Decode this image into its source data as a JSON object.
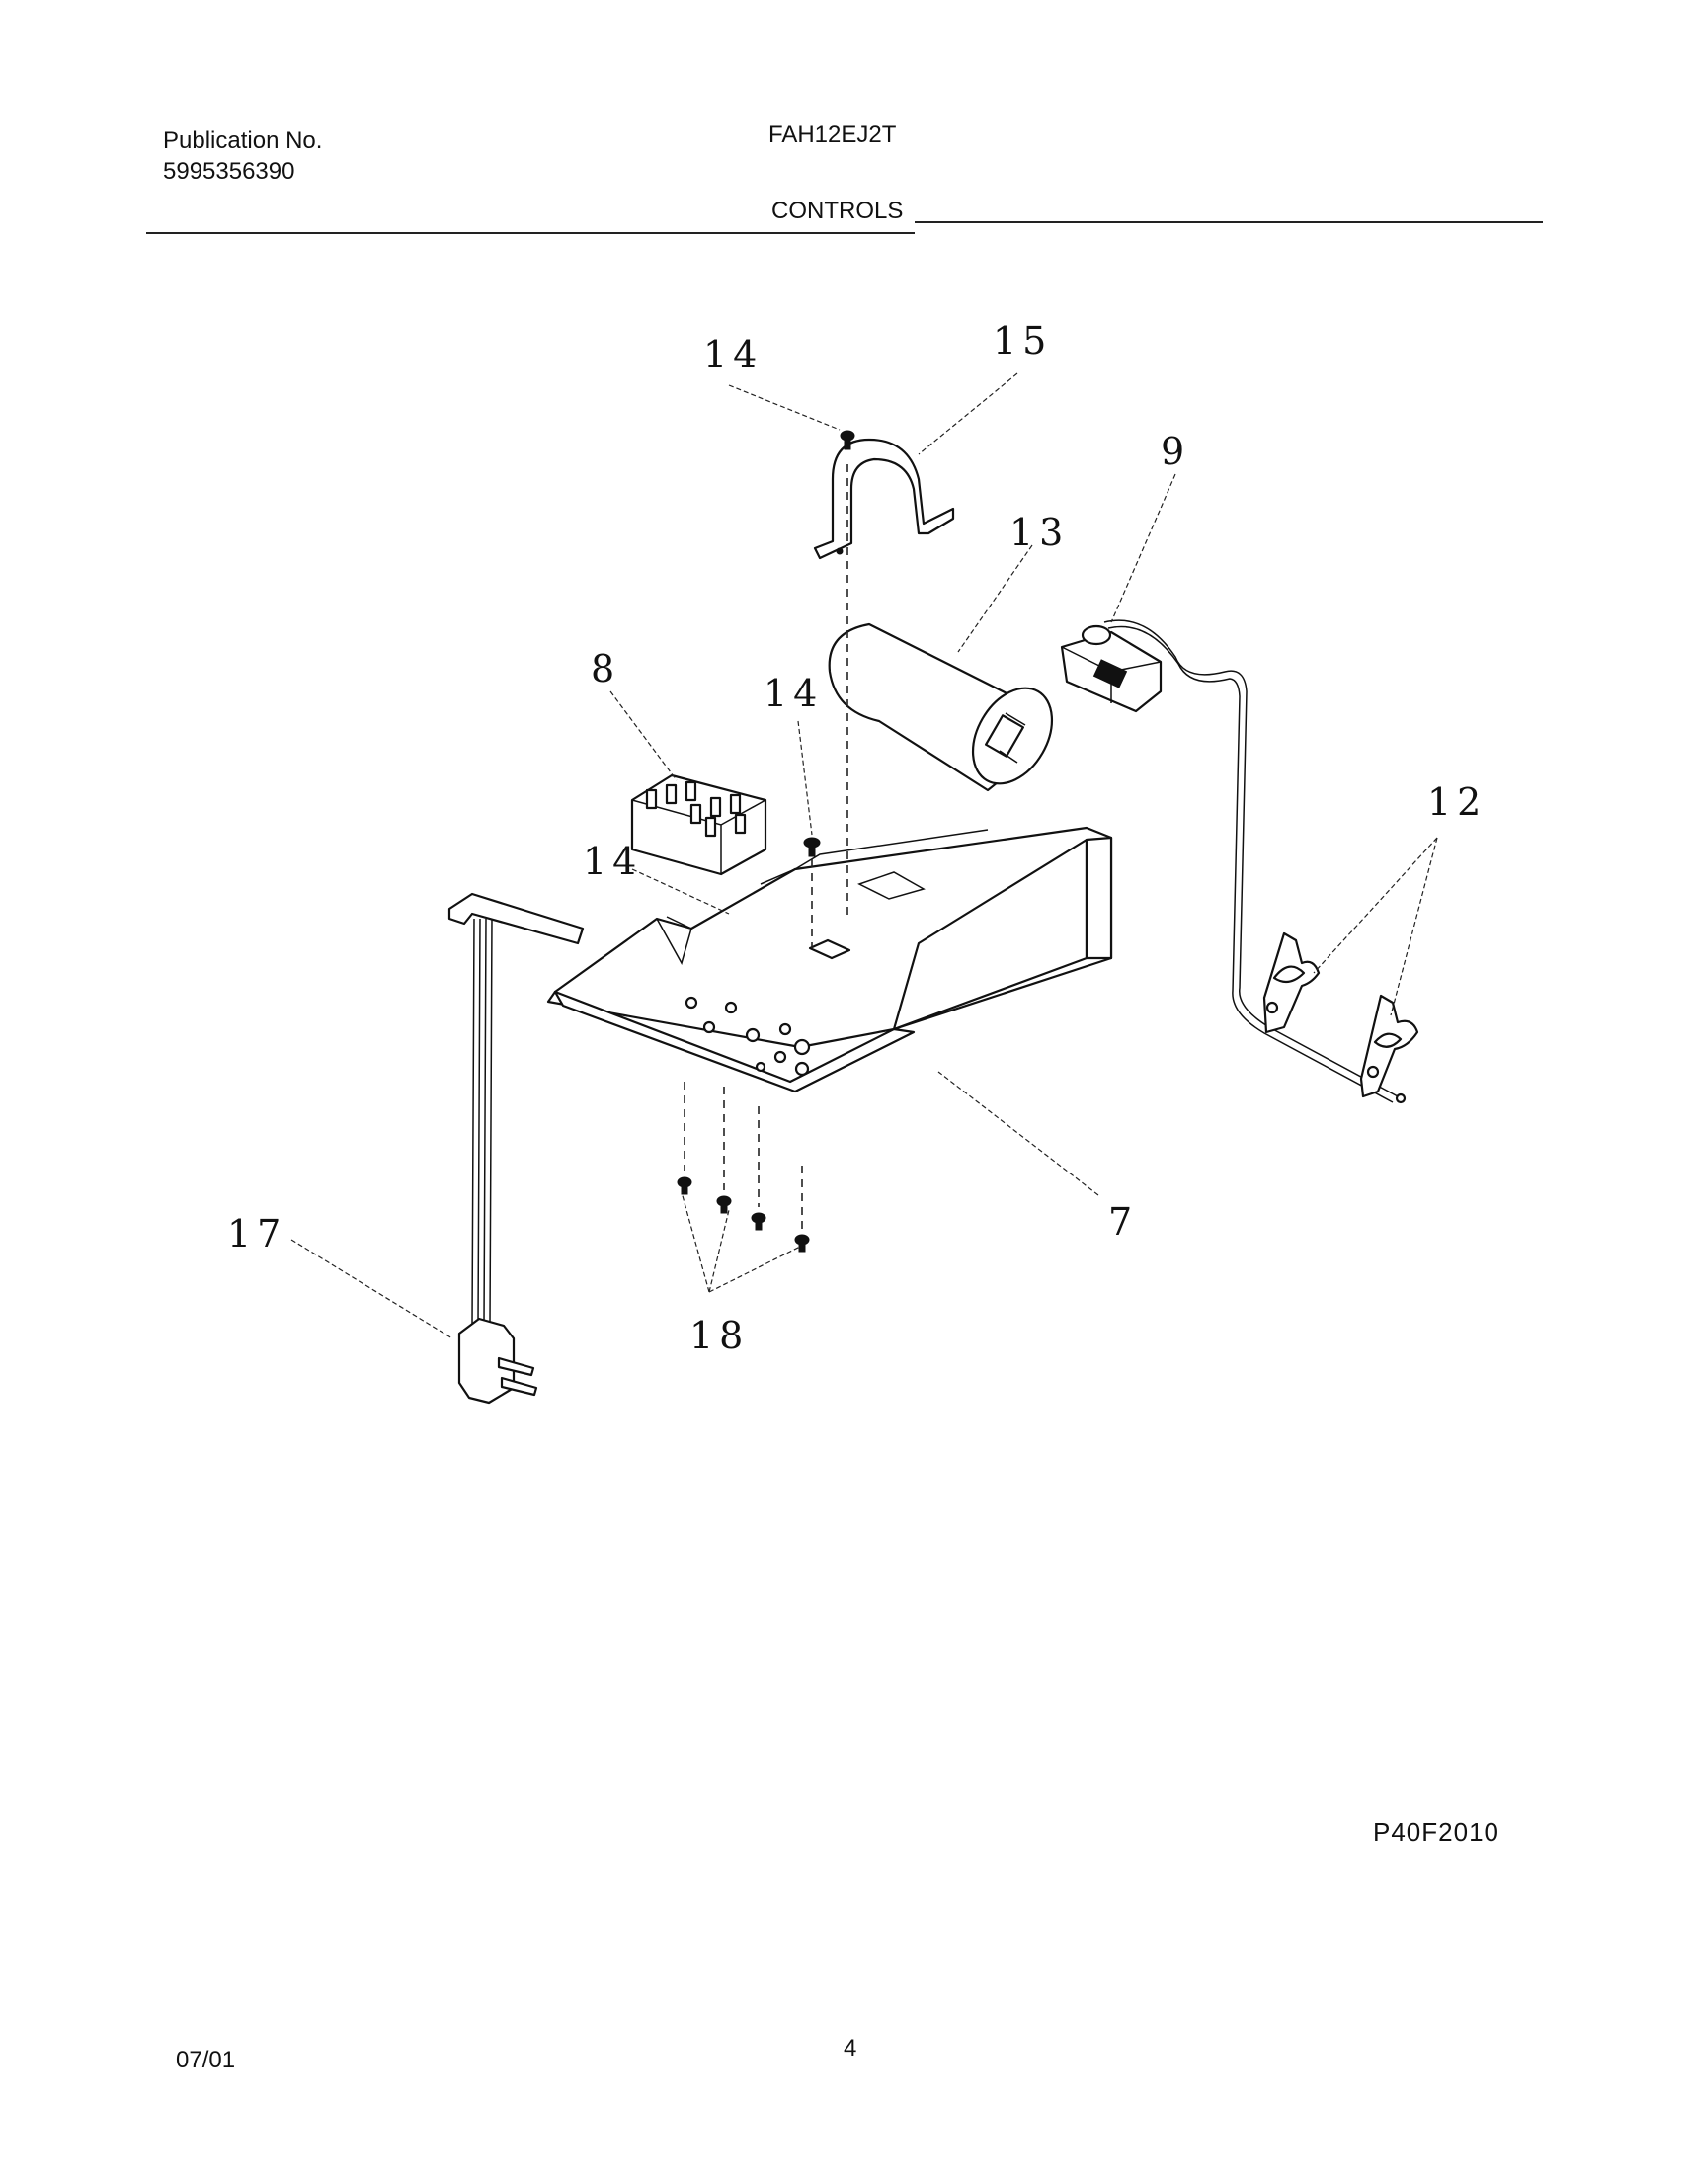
{
  "header": {
    "publication_label": "Publication No.",
    "publication_number": "5995356390",
    "model": "FAH12EJ2T",
    "section_title": "CONTROLS"
  },
  "diagram": {
    "callouts": [
      {
        "id": "c14a",
        "label": "14"
      },
      {
        "id": "c15",
        "label": "15"
      },
      {
        "id": "c9",
        "label": "9"
      },
      {
        "id": "c13",
        "label": "13"
      },
      {
        "id": "c8",
        "label": "8"
      },
      {
        "id": "c14b",
        "label": "14"
      },
      {
        "id": "c12",
        "label": "12"
      },
      {
        "id": "c14c",
        "label": "14"
      },
      {
        "id": "c17",
        "label": "17"
      },
      {
        "id": "c7",
        "label": "7"
      },
      {
        "id": "c18",
        "label": "18"
      }
    ],
    "figure_code": "P40F2010"
  },
  "footer": {
    "date": "07/01",
    "page": "4"
  }
}
